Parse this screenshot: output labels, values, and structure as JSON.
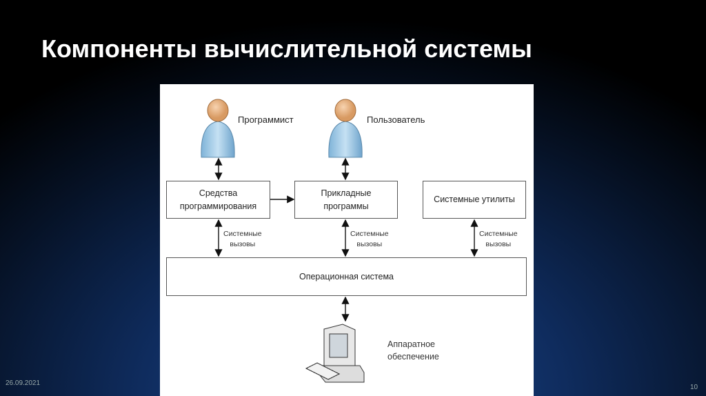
{
  "slide": {
    "title": "Компоненты вычислительной системы",
    "date": "26.09.2021",
    "page_number": "10"
  },
  "diagram": {
    "actors": {
      "programmer": "Программист",
      "user": "Пользователь"
    },
    "boxes": {
      "programming_tools": [
        "Средства",
        "программирования"
      ],
      "applications": [
        "Прикладные",
        "программы"
      ],
      "utilities": "Системные утилиты",
      "os": "Операционная система"
    },
    "syscall_label": [
      "Системные",
      "вызовы"
    ],
    "hardware": [
      "Аппаратное",
      "обеспечение"
    ]
  }
}
